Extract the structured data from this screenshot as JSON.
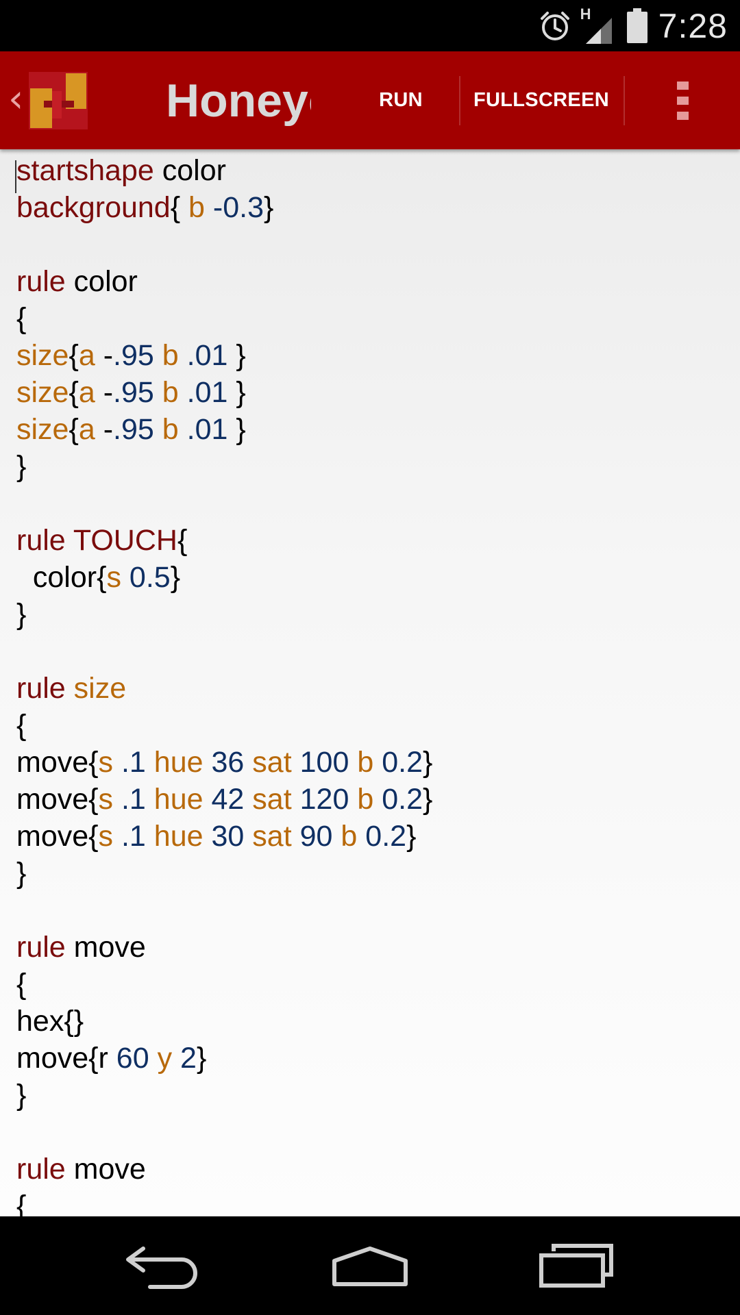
{
  "status_bar": {
    "time": "7:28",
    "network_type": "H",
    "icons": [
      "alarm-icon",
      "signal-icon",
      "battery-icon"
    ]
  },
  "action_bar": {
    "title": "Honeycomb",
    "run_label": "RUN",
    "fullscreen_label": "FULLSCREEN",
    "icons": [
      "up-caret-icon",
      "app-logo-icon",
      "overflow-menu-icon"
    ],
    "colors": {
      "bar": "#a20000",
      "logo_red": "#b5141d",
      "logo_gold": "#d89624"
    }
  },
  "editor": {
    "colors": {
      "keyword": "#7a0c0c",
      "parameter": "#b8690b",
      "number": "#0f2f63",
      "plain": "#000000"
    },
    "lines": [
      [
        {
          "text": "startshape",
          "kind": "keyword"
        },
        {
          "text": " color",
          "kind": "plain"
        }
      ],
      [
        {
          "text": "background",
          "kind": "keyword"
        },
        {
          "text": "{ ",
          "kind": "plain"
        },
        {
          "text": "b",
          "kind": "parameter"
        },
        {
          "text": " ",
          "kind": "plain"
        },
        {
          "text": "-0.3",
          "kind": "number"
        },
        {
          "text": "}",
          "kind": "plain"
        }
      ],
      [],
      [
        {
          "text": "rule",
          "kind": "keyword"
        },
        {
          "text": " color",
          "kind": "plain"
        }
      ],
      [
        {
          "text": "{",
          "kind": "plain"
        }
      ],
      [
        {
          "text": "size",
          "kind": "parameter"
        },
        {
          "text": "{",
          "kind": "plain"
        },
        {
          "text": "a",
          "kind": "parameter"
        },
        {
          "text": " -",
          "kind": "plain"
        },
        {
          "text": ".95",
          "kind": "number"
        },
        {
          "text": " ",
          "kind": "plain"
        },
        {
          "text": "b",
          "kind": "parameter"
        },
        {
          "text": " ",
          "kind": "plain"
        },
        {
          "text": ".01",
          "kind": "number"
        },
        {
          "text": " }",
          "kind": "plain"
        }
      ],
      [
        {
          "text": "size",
          "kind": "parameter"
        },
        {
          "text": "{",
          "kind": "plain"
        },
        {
          "text": "a",
          "kind": "parameter"
        },
        {
          "text": " -",
          "kind": "plain"
        },
        {
          "text": ".95",
          "kind": "number"
        },
        {
          "text": " ",
          "kind": "plain"
        },
        {
          "text": "b",
          "kind": "parameter"
        },
        {
          "text": " ",
          "kind": "plain"
        },
        {
          "text": ".01",
          "kind": "number"
        },
        {
          "text": " }",
          "kind": "plain"
        }
      ],
      [
        {
          "text": "size",
          "kind": "parameter"
        },
        {
          "text": "{",
          "kind": "plain"
        },
        {
          "text": "a",
          "kind": "parameter"
        },
        {
          "text": " -",
          "kind": "plain"
        },
        {
          "text": ".95",
          "kind": "number"
        },
        {
          "text": " ",
          "kind": "plain"
        },
        {
          "text": "b",
          "kind": "parameter"
        },
        {
          "text": " ",
          "kind": "plain"
        },
        {
          "text": ".01",
          "kind": "number"
        },
        {
          "text": " }",
          "kind": "plain"
        }
      ],
      [
        {
          "text": "}",
          "kind": "plain"
        }
      ],
      [],
      [
        {
          "text": "rule",
          "kind": "keyword"
        },
        {
          "text": " ",
          "kind": "plain"
        },
        {
          "text": "TOUCH",
          "kind": "keyword"
        },
        {
          "text": "{",
          "kind": "plain"
        }
      ],
      [
        {
          "text": "  color{",
          "kind": "plain"
        },
        {
          "text": "s",
          "kind": "parameter"
        },
        {
          "text": " ",
          "kind": "plain"
        },
        {
          "text": "0.5",
          "kind": "number"
        },
        {
          "text": "}",
          "kind": "plain"
        }
      ],
      [
        {
          "text": "}",
          "kind": "plain"
        }
      ],
      [],
      [
        {
          "text": "rule",
          "kind": "keyword"
        },
        {
          "text": " ",
          "kind": "plain"
        },
        {
          "text": "size",
          "kind": "parameter"
        }
      ],
      [
        {
          "text": "{",
          "kind": "plain"
        }
      ],
      [
        {
          "text": "move{",
          "kind": "plain"
        },
        {
          "text": "s",
          "kind": "parameter"
        },
        {
          "text": " ",
          "kind": "plain"
        },
        {
          "text": ".1",
          "kind": "number"
        },
        {
          "text": " ",
          "kind": "plain"
        },
        {
          "text": "hue",
          "kind": "parameter"
        },
        {
          "text": " ",
          "kind": "plain"
        },
        {
          "text": "36",
          "kind": "number"
        },
        {
          "text": " ",
          "kind": "plain"
        },
        {
          "text": "sat",
          "kind": "parameter"
        },
        {
          "text": " ",
          "kind": "plain"
        },
        {
          "text": "100",
          "kind": "number"
        },
        {
          "text": " ",
          "kind": "plain"
        },
        {
          "text": "b",
          "kind": "parameter"
        },
        {
          "text": " ",
          "kind": "plain"
        },
        {
          "text": "0.2",
          "kind": "number"
        },
        {
          "text": "}",
          "kind": "plain"
        }
      ],
      [
        {
          "text": "move{",
          "kind": "plain"
        },
        {
          "text": "s",
          "kind": "parameter"
        },
        {
          "text": " ",
          "kind": "plain"
        },
        {
          "text": ".1",
          "kind": "number"
        },
        {
          "text": " ",
          "kind": "plain"
        },
        {
          "text": "hue",
          "kind": "parameter"
        },
        {
          "text": " ",
          "kind": "plain"
        },
        {
          "text": "42",
          "kind": "number"
        },
        {
          "text": " ",
          "kind": "plain"
        },
        {
          "text": "sat",
          "kind": "parameter"
        },
        {
          "text": " ",
          "kind": "plain"
        },
        {
          "text": "120",
          "kind": "number"
        },
        {
          "text": " ",
          "kind": "plain"
        },
        {
          "text": "b",
          "kind": "parameter"
        },
        {
          "text": " ",
          "kind": "plain"
        },
        {
          "text": "0.2",
          "kind": "number"
        },
        {
          "text": "}",
          "kind": "plain"
        }
      ],
      [
        {
          "text": "move{",
          "kind": "plain"
        },
        {
          "text": "s",
          "kind": "parameter"
        },
        {
          "text": " ",
          "kind": "plain"
        },
        {
          "text": ".1",
          "kind": "number"
        },
        {
          "text": " ",
          "kind": "plain"
        },
        {
          "text": "hue",
          "kind": "parameter"
        },
        {
          "text": " ",
          "kind": "plain"
        },
        {
          "text": "30",
          "kind": "number"
        },
        {
          "text": " ",
          "kind": "plain"
        },
        {
          "text": "sat",
          "kind": "parameter"
        },
        {
          "text": " ",
          "kind": "plain"
        },
        {
          "text": "90",
          "kind": "number"
        },
        {
          "text": " ",
          "kind": "plain"
        },
        {
          "text": "b",
          "kind": "parameter"
        },
        {
          "text": " ",
          "kind": "plain"
        },
        {
          "text": "0.2",
          "kind": "number"
        },
        {
          "text": "}",
          "kind": "plain"
        }
      ],
      [
        {
          "text": "}",
          "kind": "plain"
        }
      ],
      [],
      [
        {
          "text": "rule",
          "kind": "keyword"
        },
        {
          "text": " move",
          "kind": "plain"
        }
      ],
      [
        {
          "text": "{",
          "kind": "plain"
        }
      ],
      [
        {
          "text": "hex{}",
          "kind": "plain"
        }
      ],
      [
        {
          "text": "move{r ",
          "kind": "plain"
        },
        {
          "text": "60",
          "kind": "number"
        },
        {
          "text": " ",
          "kind": "plain"
        },
        {
          "text": "y",
          "kind": "parameter"
        },
        {
          "text": " ",
          "kind": "plain"
        },
        {
          "text": "2",
          "kind": "number"
        },
        {
          "text": "}",
          "kind": "plain"
        }
      ],
      [
        {
          "text": "}",
          "kind": "plain"
        }
      ],
      [],
      [
        {
          "text": "rule",
          "kind": "keyword"
        },
        {
          "text": " move",
          "kind": "plain"
        }
      ],
      [
        {
          "text": "{",
          "kind": "plain"
        }
      ]
    ]
  },
  "nav_bar": {
    "icons": [
      "back-icon",
      "home-icon",
      "recent-apps-icon"
    ]
  }
}
